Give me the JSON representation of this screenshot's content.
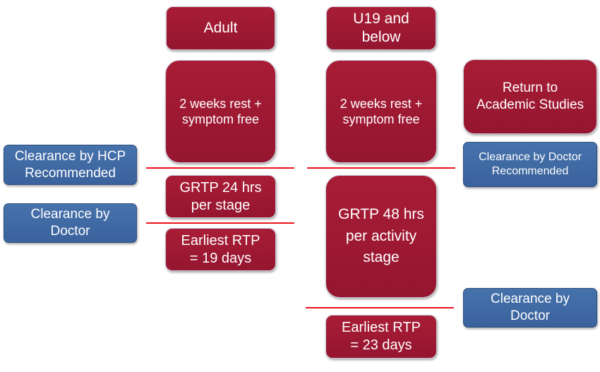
{
  "columns": {
    "adult": {
      "header": "Adult",
      "rest": "2 weeks rest +\nsymptom free",
      "grtp": "GRTP 24 hrs\nper stage",
      "earliest": "Earliest RTP\n= 19 days"
    },
    "u19": {
      "header": "U19  and\nbelow",
      "rest": "2 weeks rest +\nsymptom free",
      "grtp": "GRTP 48 hrs\nper activity\nstage",
      "earliest": "Earliest RTP\n= 23 days"
    }
  },
  "left_notes": {
    "hcp": "Clearance by HCP\nRecommended",
    "doctor": "Clearance by\nDoctor"
  },
  "right_notes": {
    "academic": "Return to\nAcademic Studies",
    "doctor_recommended": "Clearance by Doctor\nRecommended",
    "doctor": "Clearance by\nDoctor"
  },
  "colors": {
    "step_box": "#a01a33",
    "clearance_box": "#4169a3",
    "divider": "#e8131a"
  }
}
